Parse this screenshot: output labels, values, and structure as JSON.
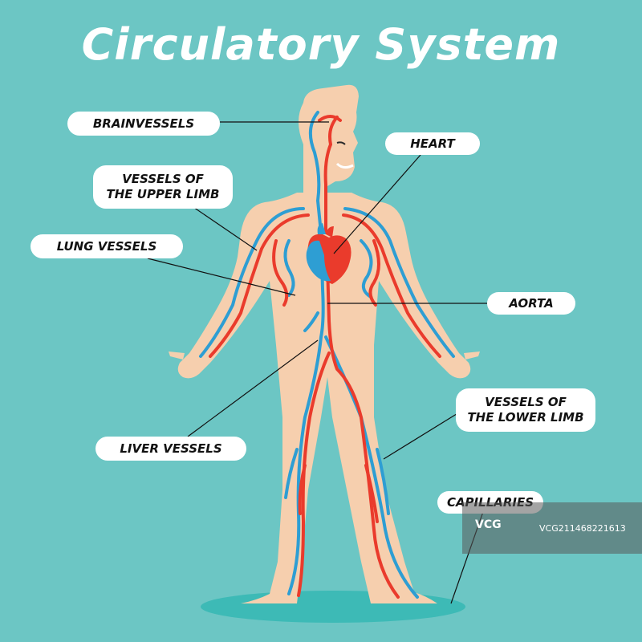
{
  "title": "Circulatory System",
  "labels": {
    "brain_vessels": "BRAINVESSELS",
    "heart": "HEART",
    "upper_limb": "VESSELS OF\nTHE UPPER LIMB",
    "lung_vessels": "LUNG VESSELS",
    "aorta": "AORTA",
    "lower_limb": "VESSELS OF\nTHE LOWER LIMB",
    "liver_vessels": "LIVER VESSELS",
    "capillaries": "CAPILLARIES"
  },
  "watermark": {
    "brand": "VCG",
    "id": "VCG211468221613"
  },
  "colors": {
    "background": "#6cc6c4",
    "body": "#f6cfae",
    "artery": "#ea3b2c",
    "vein": "#2e9ed3",
    "shadow": "#3dbab6"
  }
}
